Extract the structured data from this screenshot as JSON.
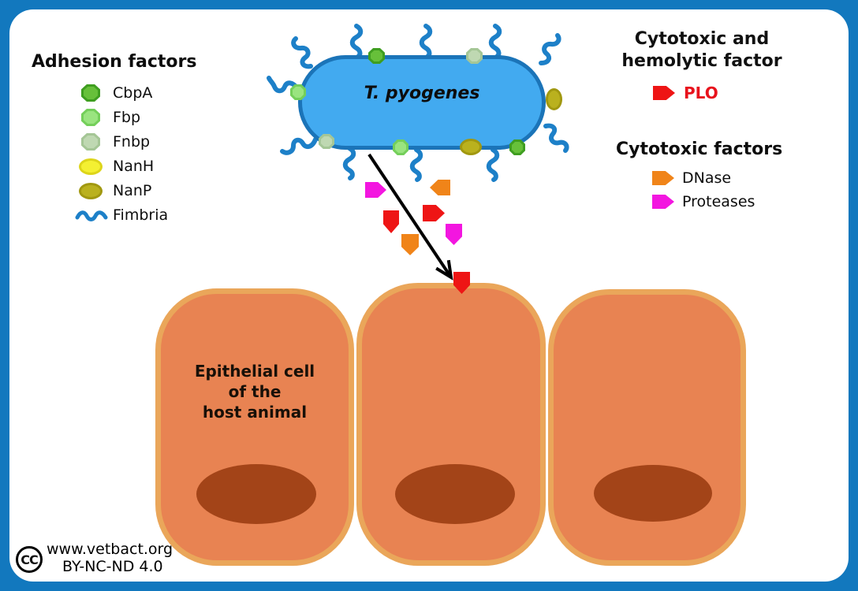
{
  "colors": {
    "frame_blue": "#1278be",
    "bacterium_fill": "#42aaf0",
    "bacterium_border": "#1b74b8",
    "fimbria_blue": "#1d80c8",
    "cell_fill": "#e88352",
    "cell_border": "#eaa65a",
    "nucleus_brown": "#a34418",
    "plo_red": "#ee1515",
    "dnase_orange": "#f08419",
    "protease_magenta": "#f316e0",
    "cbpa_green": "#67c03a",
    "fbp_light_green": "#9ae480",
    "fnbp_pale_green": "#bfd8b2",
    "nanh_yellow": "#f4f032",
    "nanp_olive": "#bab11e"
  },
  "adhesion_legend": {
    "title": "Adhesion factors",
    "items": [
      {
        "label": "CbpA",
        "icon": "cbpa-octagon-icon"
      },
      {
        "label": "Fbp",
        "icon": "fbp-octagon-icon"
      },
      {
        "label": "Fnbp",
        "icon": "fnbp-octagon-icon"
      },
      {
        "label": "NanH",
        "icon": "nanh-ellipse-icon"
      },
      {
        "label": "NanP",
        "icon": "nanp-ellipse-icon"
      },
      {
        "label": "Fimbria",
        "icon": "fimbria-wave-icon"
      }
    ]
  },
  "bacterium": {
    "name": "T. pyogenes"
  },
  "hemolytic_legend": {
    "title_line1": "Cytotoxic and",
    "title_line2": "hemolytic factor",
    "item": {
      "label": "PLO"
    }
  },
  "cytotoxic_legend": {
    "title": "Cytotoxic factors",
    "items": [
      {
        "label": "DNase"
      },
      {
        "label": "Proteases"
      }
    ]
  },
  "epithelial_cell": {
    "label_line1": "Epithelial cell",
    "label_line2": "of the",
    "label_line3": "host animal"
  },
  "footer": {
    "cc_symbol": "CC",
    "website": "www.vetbact.org",
    "license": "BY-NC-ND 4.0"
  }
}
